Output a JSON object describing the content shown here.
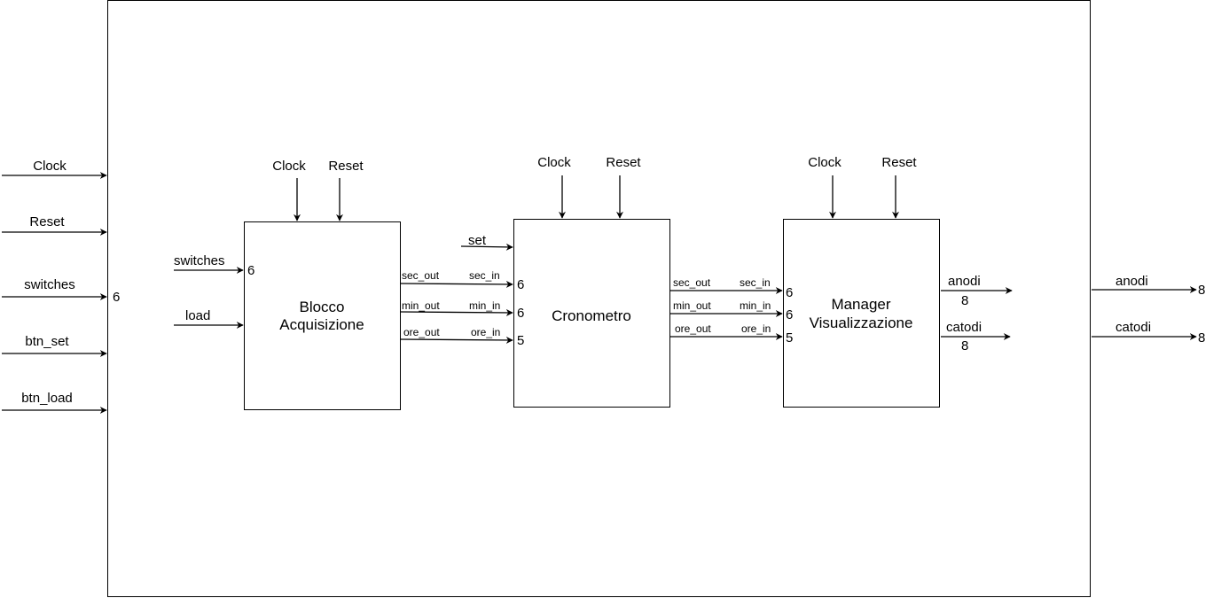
{
  "external_inputs": [
    {
      "label": "Clock",
      "width": ""
    },
    {
      "label": "Reset",
      "width": ""
    },
    {
      "label": "switches",
      "width": "6"
    },
    {
      "label": "btn_set",
      "width": ""
    },
    {
      "label": "btn_load",
      "width": ""
    }
  ],
  "blocks": {
    "acquisizione": {
      "title_line1": "Blocco",
      "title_line2": "Acquisizione",
      "clock": "Clock",
      "reset": "Reset",
      "in_switches": "switches",
      "in_switches_width": "6",
      "in_load": "load",
      "out_sec": "sec_out",
      "out_min": "min_out",
      "out_ore": "ore_out"
    },
    "cronometro": {
      "title": "Cronometro",
      "clock": "Clock",
      "reset": "Reset",
      "in_set": "set",
      "in_sec": "sec_in",
      "in_sec_width": "6",
      "in_min": "min_in",
      "in_min_width": "6",
      "in_ore": "ore_in",
      "in_ore_width": "5",
      "out_sec": "sec_out",
      "out_min": "min_out",
      "out_ore": "ore_out"
    },
    "manager": {
      "title_line1": "Manager",
      "title_line2": "Visualizzazione",
      "clock": "Clock",
      "reset": "Reset",
      "in_sec": "sec_in",
      "in_sec_width": "6",
      "in_min": "min_in",
      "in_min_width": "6",
      "in_ore": "ore_in",
      "in_ore_width": "5",
      "out_anodi": "anodi",
      "out_anodi_width": "8",
      "out_catodi": "catodi",
      "out_catodi_width": "8"
    }
  },
  "external_outputs": [
    {
      "label": "anodi",
      "width": "8"
    },
    {
      "label": "catodi",
      "width": "8"
    }
  ]
}
